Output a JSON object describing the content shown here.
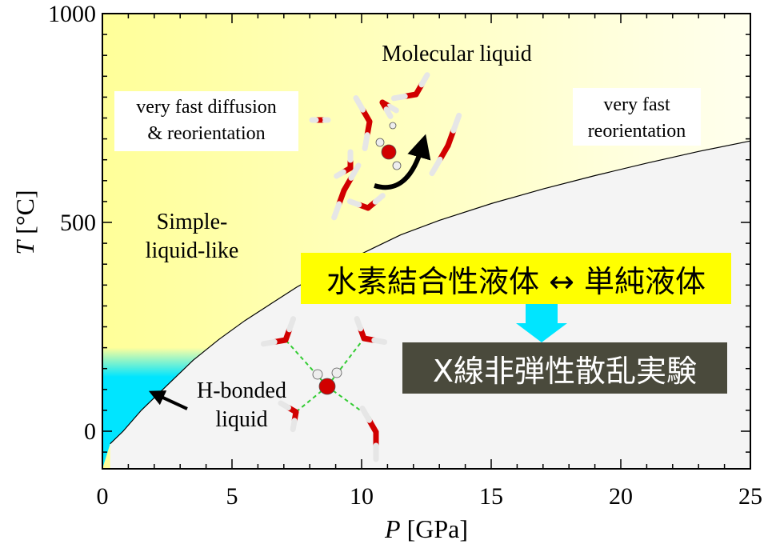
{
  "chart_data": {
    "type": "area",
    "xlabel_var": "P",
    "xlabel_unit": "[GPa]",
    "ylabel_var": "T",
    "ylabel_unit": "[°C]",
    "xlim": [
      0,
      25
    ],
    "ylim": [
      -90,
      1000
    ],
    "x_ticks": [
      0,
      5,
      10,
      15,
      20,
      25
    ],
    "y_ticks": [
      0,
      500,
      1000
    ],
    "boundary": {
      "x": [
        0.3,
        0.8,
        1.5,
        2.5,
        3.5,
        4.5,
        5.5,
        6.5,
        7.5,
        8.5,
        9.5,
        10.5,
        11.5,
        13,
        15,
        17,
        19,
        21,
        23,
        25
      ],
      "y": [
        -30,
        0,
        50,
        110,
        170,
        220,
        265,
        305,
        345,
        380,
        410,
        440,
        470,
        505,
        545,
        580,
        612,
        642,
        670,
        695
      ]
    },
    "colors": {
      "liquid_like_region": "#ffff99",
      "hbonded_region": "#f4f4f4",
      "cold_region": "#00e5ff",
      "arrow": "#000000"
    },
    "annotations": {
      "molecular_liquid": "Molecular liquid",
      "fast_diffusion_line1": "very fast diffusion",
      "fast_diffusion_line2": "& reorientation",
      "fast_reorientation_line1": "very fast",
      "fast_reorientation_line2": "reorientation",
      "simple_liquid_line1": "Simple-",
      "simple_liquid_line2": "liquid-like",
      "hbonded_line1": "H-bonded",
      "hbonded_line2": "liquid"
    },
    "jp_labels": {
      "transition": "水素結合性液体 ↔ 単純液体",
      "experiment": "X線非弾性散乱実験"
    }
  }
}
